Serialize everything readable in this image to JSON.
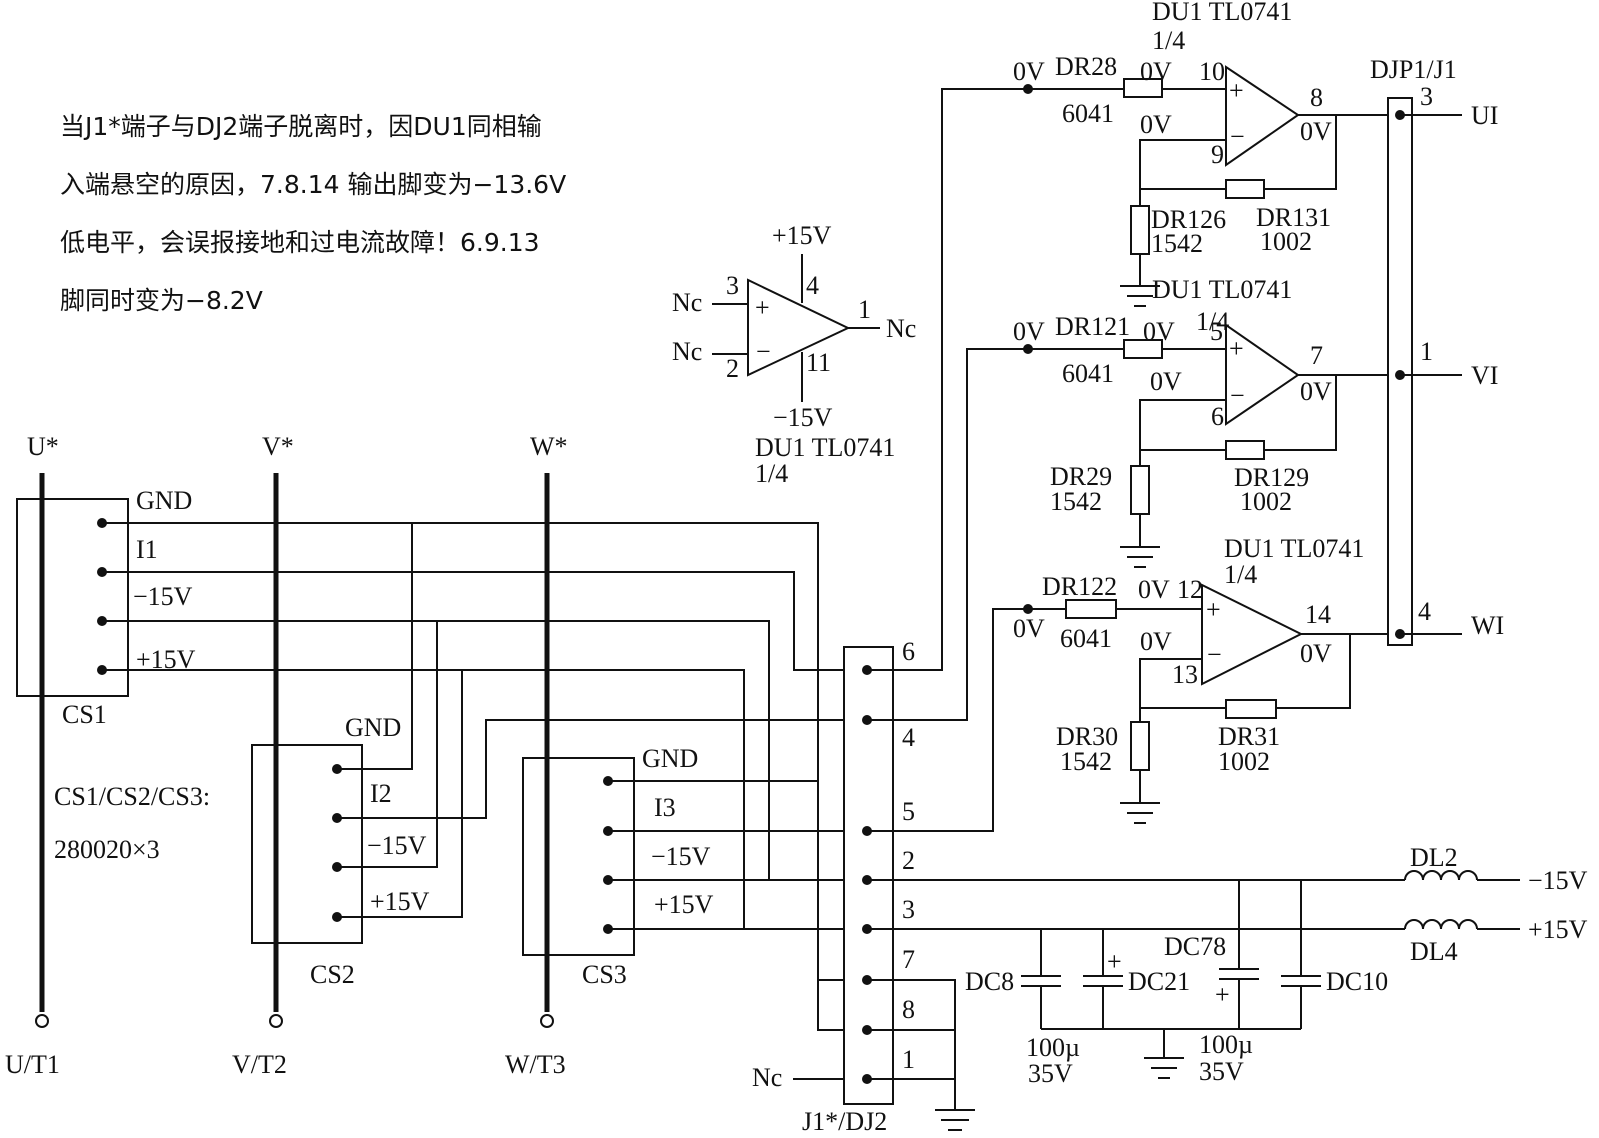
{
  "note": {
    "lines": [
      "当J1*端子与DJ2端子脱离时，因DU1同相输",
      "入端悬空的原因，7.8.14 输出脚变为−13.6V",
      "低电平，会误报接地和过电流故障！6.9.13",
      "脚同时变为−8.2V"
    ]
  },
  "phases": [
    {
      "top": "U*",
      "bottom": "U/T1"
    },
    {
      "top": "V*",
      "bottom": "V/T2"
    },
    {
      "top": "W*",
      "bottom": "W/T3"
    }
  ],
  "sensors": [
    {
      "name": "CS1",
      "pins": [
        "GND",
        "I1",
        "−15V",
        "+15V"
      ]
    },
    {
      "name": "CS2",
      "pins": [
        "GND",
        "I2",
        "−15V",
        "+15V"
      ]
    },
    {
      "name": "CS3",
      "pins": [
        "GND",
        "I3",
        "−15V",
        "+15V"
      ]
    }
  ],
  "sensor_note": {
    "line1": "CS1/CS2/CS3:",
    "line2": "280020×3"
  },
  "connector_j1": {
    "name": "J1*/DJ2",
    "pins": [
      "6",
      "4",
      "5",
      "2",
      "3",
      "7",
      "8",
      "1"
    ],
    "nc_label": "Nc"
  },
  "connector_djp1": {
    "name": "DJP1/J1",
    "pins": [
      {
        "pin": "3",
        "signal": "UI"
      },
      {
        "pin": "1",
        "signal": "VI"
      },
      {
        "pin": "4",
        "signal": "WI"
      }
    ]
  },
  "spare_opamp": {
    "part": "DU1 TL0741",
    "fraction": "1/4",
    "vplus": "+15V",
    "vminus": "−15V",
    "pin_plus": "3",
    "pin_minus": "2",
    "pin_vcc": "4",
    "pin_vee": "11",
    "pin_out": "1",
    "nc": "Nc"
  },
  "amplifiers": [
    {
      "part": "DU1 TL0741",
      "fraction": "1/4",
      "node_voltage": "0V",
      "rin": "DR28",
      "rin_value": "6041",
      "in_plus_voltage": "0V",
      "pin_plus": "10",
      "in_minus_voltage": "0V",
      "pin_minus": "9",
      "pin_out": "8",
      "out_voltage": "0V",
      "rg": "DR126",
      "rg_value": "1542",
      "rf": "DR131",
      "rf_value": "1002"
    },
    {
      "part": "DU1 TL0741",
      "fraction": "1/4",
      "node_voltage": "0V",
      "rin": "DR121",
      "rin_value": "6041",
      "in_plus_voltage": "0V",
      "pin_plus": "5",
      "in_minus_voltage": "0V",
      "pin_minus": "6",
      "pin_out": "7",
      "out_voltage": "0V",
      "rg": "DR29",
      "rg_value": "1542",
      "rf": "DR129",
      "rf_value": "1002"
    },
    {
      "part": "DU1 TL0741",
      "fraction": "1/4",
      "node_voltage": "0V",
      "rin": "DR122",
      "rin_value": "6041",
      "in_plus_voltage": "0V",
      "pin_plus": "12",
      "in_minus_voltage": "0V",
      "pin_minus": "13",
      "pin_out": "14",
      "out_voltage": "0V",
      "rg": "DR30",
      "rg_value": "1542",
      "rf": "DR31",
      "rf_value": "1002"
    }
  ],
  "power_filter": {
    "inductors": [
      {
        "name": "DL2",
        "rail": "−15V"
      },
      {
        "name": "DL4",
        "rail": "+15V"
      }
    ],
    "capacitors": [
      {
        "name": "DC8"
      },
      {
        "name": "DC21",
        "polarity": "+",
        "value": "100µ",
        "voltage": "35V"
      },
      {
        "name": "DC78",
        "polarity": "+",
        "value": "100µ",
        "voltage": "35V"
      },
      {
        "name": "DC10"
      }
    ]
  }
}
